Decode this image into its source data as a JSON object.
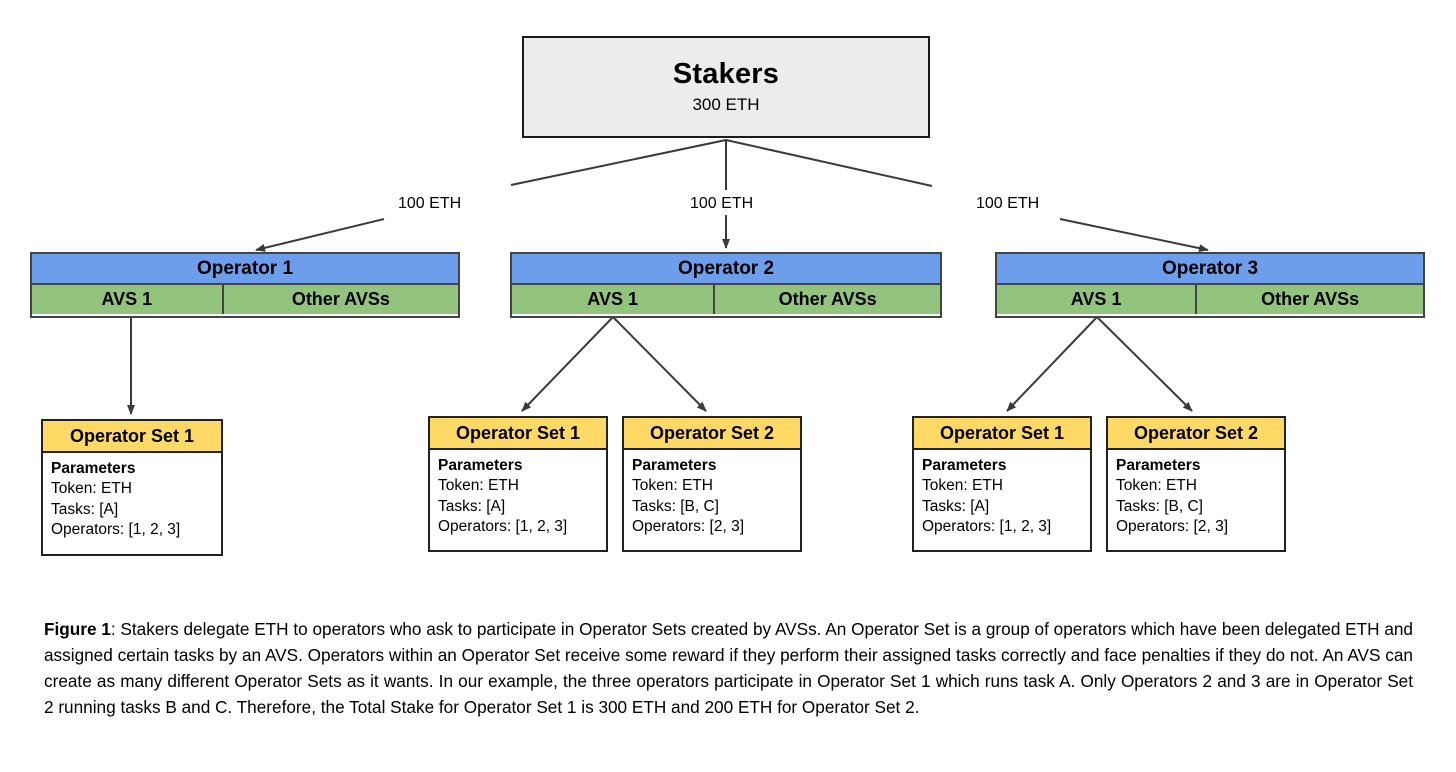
{
  "figure": {
    "stakers": {
      "title": "Stakers",
      "amount": "300 ETH"
    },
    "delegation_labels": [
      "100 ETH",
      "100 ETH",
      "100 ETH"
    ],
    "operators": [
      {
        "name": "Operator 1",
        "avs_primary": "AVS 1",
        "avs_other": "Other AVSs"
      },
      {
        "name": "Operator 2",
        "avs_primary": "AVS 1",
        "avs_other": "Other AVSs"
      },
      {
        "name": "Operator 3",
        "avs_primary": "AVS 1",
        "avs_other": "Other AVSs"
      }
    ],
    "operator_sets": [
      {
        "title": "Operator Set 1",
        "params_title": "Parameters",
        "token": "Token: ETH",
        "tasks": "Tasks: [A]",
        "operators": "Operators: [1, 2, 3]"
      },
      {
        "title": "Operator Set 1",
        "params_title": "Parameters",
        "token": "Token: ETH",
        "tasks": "Tasks: [A]",
        "operators": "Operators: [1, 2, 3]"
      },
      {
        "title": "Operator Set 2",
        "params_title": "Parameters",
        "token": "Token: ETH",
        "tasks": "Tasks: [B, C]",
        "operators": "Operators: [2, 3]"
      },
      {
        "title": "Operator Set 1",
        "params_title": "Parameters",
        "token": "Token: ETH",
        "tasks": "Tasks: [A]",
        "operators": "Operators: [1, 2, 3]"
      },
      {
        "title": "Operator Set 2",
        "params_title": "Parameters",
        "token": "Token: ETH",
        "tasks": "Tasks: [B, C]",
        "operators": "Operators: [2, 3]"
      }
    ],
    "colors": {
      "stakers_fill": "#ececec",
      "operator_header_fill": "#6d9eeb",
      "avs_fill": "#93c47d",
      "operator_set_header_fill": "#ffd966",
      "box_stroke": "#444444",
      "arrow_stroke": "#333333"
    }
  },
  "caption": {
    "label": "Figure 1",
    "text": ": Stakers delegate ETH to operators who ask to participate in Operator Sets created by AVSs. An Operator Set is a group of operators which have been delegated ETH and assigned certain tasks by an AVS. Operators within an Operator Set receive some reward if they perform their assigned tasks correctly and face penalties if they do not. An AVS can create as many different Operator Sets as it wants. In our example, the three operators participate in Operator Set 1 which runs task A. Only Operators 2 and 3 are in Operator Set 2 running tasks B and C. Therefore, the Total Stake for Operator Set 1 is 300 ETH and 200 ETH for Operator Set 2."
  }
}
